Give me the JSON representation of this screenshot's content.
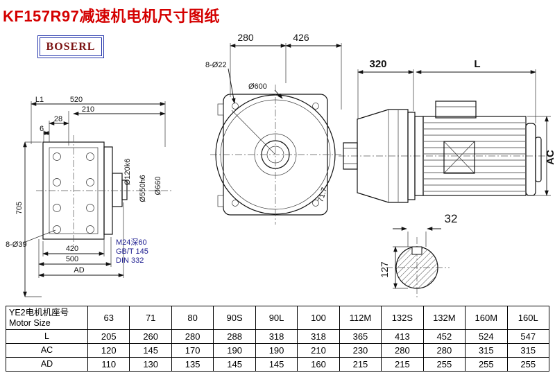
{
  "page": {
    "title": "KF157R97减速机电机尺寸图纸",
    "logo": "BOSERL"
  },
  "dims": {
    "left": {
      "L1": "L1",
      "d520": "520",
      "d210": "210",
      "d28": "28",
      "d6": "6",
      "d705": "705",
      "d8_39": "8-Ø39",
      "d420": "420",
      "d500": "500",
      "AD": "AD",
      "d120": "Ø120k6",
      "d550": "Ø550h6",
      "d660": "Ø660",
      "note1": "M24深60",
      "note2": "GB/T 145",
      "note3": "DIN 332"
    },
    "front": {
      "d280": "280",
      "d426": "426",
      "d8_22": "8-Ø22",
      "d600": "Ø600",
      "d717": "71.7"
    },
    "side": {
      "d320": "320",
      "L": "L",
      "AC": "AC"
    },
    "section": {
      "d32": "32",
      "d127": "127"
    }
  },
  "table": {
    "header_cn": "YE2电机机座号",
    "header_en": "Motor Size",
    "columns": [
      "63",
      "71",
      "80",
      "90S",
      "90L",
      "100",
      "112M",
      "132S",
      "132M",
      "160M",
      "160L"
    ],
    "rows": [
      {
        "label": "L",
        "values": [
          "205",
          "260",
          "280",
          "288",
          "318",
          "318",
          "365",
          "413",
          "452",
          "524",
          "547"
        ]
      },
      {
        "label": "AC",
        "values": [
          "120",
          "145",
          "170",
          "190",
          "190",
          "210",
          "230",
          "280",
          "280",
          "315",
          "315"
        ]
      },
      {
        "label": "AD",
        "values": [
          "110",
          "130",
          "135",
          "145",
          "145",
          "160",
          "215",
          "215",
          "255",
          "255",
          "255"
        ]
      }
    ]
  }
}
